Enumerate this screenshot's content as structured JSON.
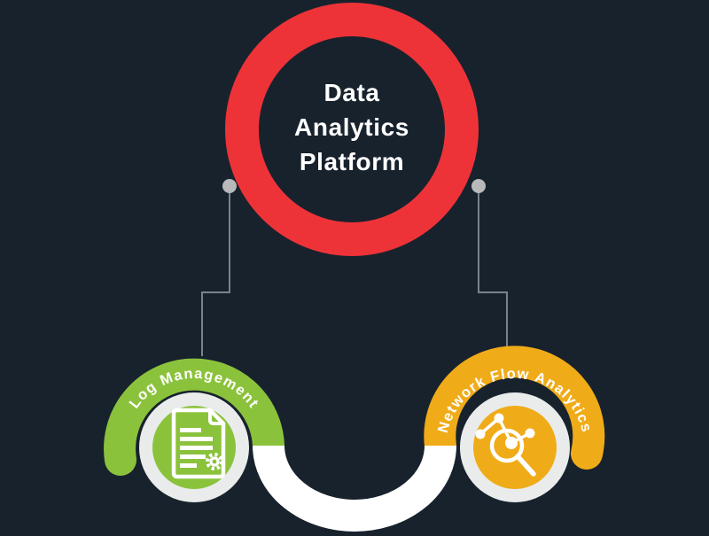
{
  "canvas": {
    "background": "#18222d"
  },
  "platform": {
    "title_lines": [
      "Data",
      "Analytics",
      "Platform"
    ],
    "ring_color": "#ee3338",
    "text_color": "#ffffff"
  },
  "connectors": {
    "line_color": "#7b828a",
    "dot_color": "#b7b9bb",
    "ribbon_color": "#ffffff"
  },
  "nodes": [
    {
      "label": "Log Management",
      "color": "#8bc23c",
      "ring_color": "#e9eceb",
      "icon": "document-gear-icon"
    },
    {
      "label": "Network Flow Analytics",
      "color": "#f0ab18",
      "ring_color": "#e9eceb",
      "icon": "network-magnifier-icon"
    }
  ]
}
